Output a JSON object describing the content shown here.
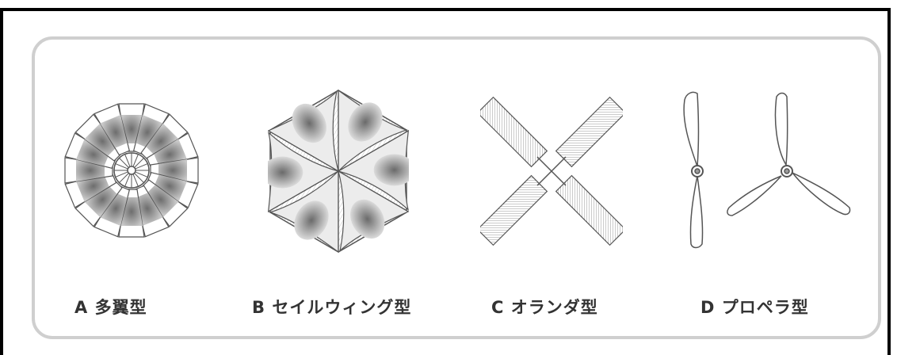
{
  "items": [
    {
      "id": "A",
      "label": "A 多翼型"
    },
    {
      "id": "B",
      "label": "B セイルウィング型"
    },
    {
      "id": "C",
      "label": "C オランダ型"
    },
    {
      "id": "D",
      "label": "D プロペラ型"
    }
  ],
  "colors": {
    "outline": "#555555",
    "panel_border": "#cfcfcf",
    "blade_gray": "#8a8a8a",
    "hatch": "#bdbdbd"
  }
}
